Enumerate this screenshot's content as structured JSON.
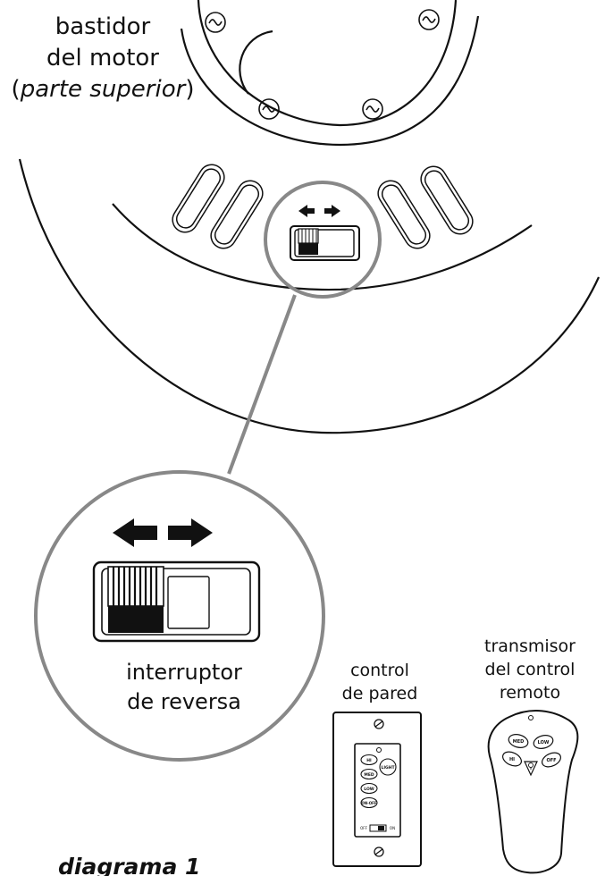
{
  "labels": {
    "motor_line1": "bastidor",
    "motor_line2": "del motor",
    "motor_line3_open": "(",
    "motor_line3_italic": "parte superior",
    "motor_line3_close": ")",
    "switch_line1": "interruptor",
    "switch_line2": "de reversa",
    "wall_line1": "control",
    "wall_line2": "de pared",
    "remote_line1": "transmisor",
    "remote_line2": "del control",
    "remote_line3": "remoto",
    "caption": "diagrama 1"
  },
  "wall_control": {
    "hi": "HI",
    "med": "MED",
    "low": "LOW",
    "onoff": "ON-OFF",
    "light": "LIGHT",
    "off": "OFF",
    "on": "ON"
  },
  "remote": {
    "med": "MED",
    "low": "LOW",
    "hi": "HI",
    "off": "OFF"
  },
  "colors": {
    "line": "#111111",
    "magnifier": "#888888"
  }
}
